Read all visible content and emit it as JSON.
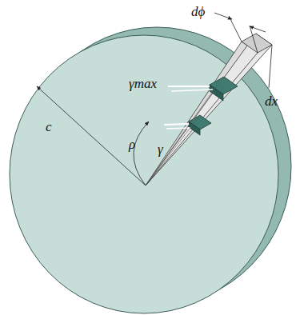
{
  "diagram": {
    "labels": [
      "dϕ",
      "γmax",
      "dx",
      "c",
      "ρ",
      "γ"
    ]
  }
}
